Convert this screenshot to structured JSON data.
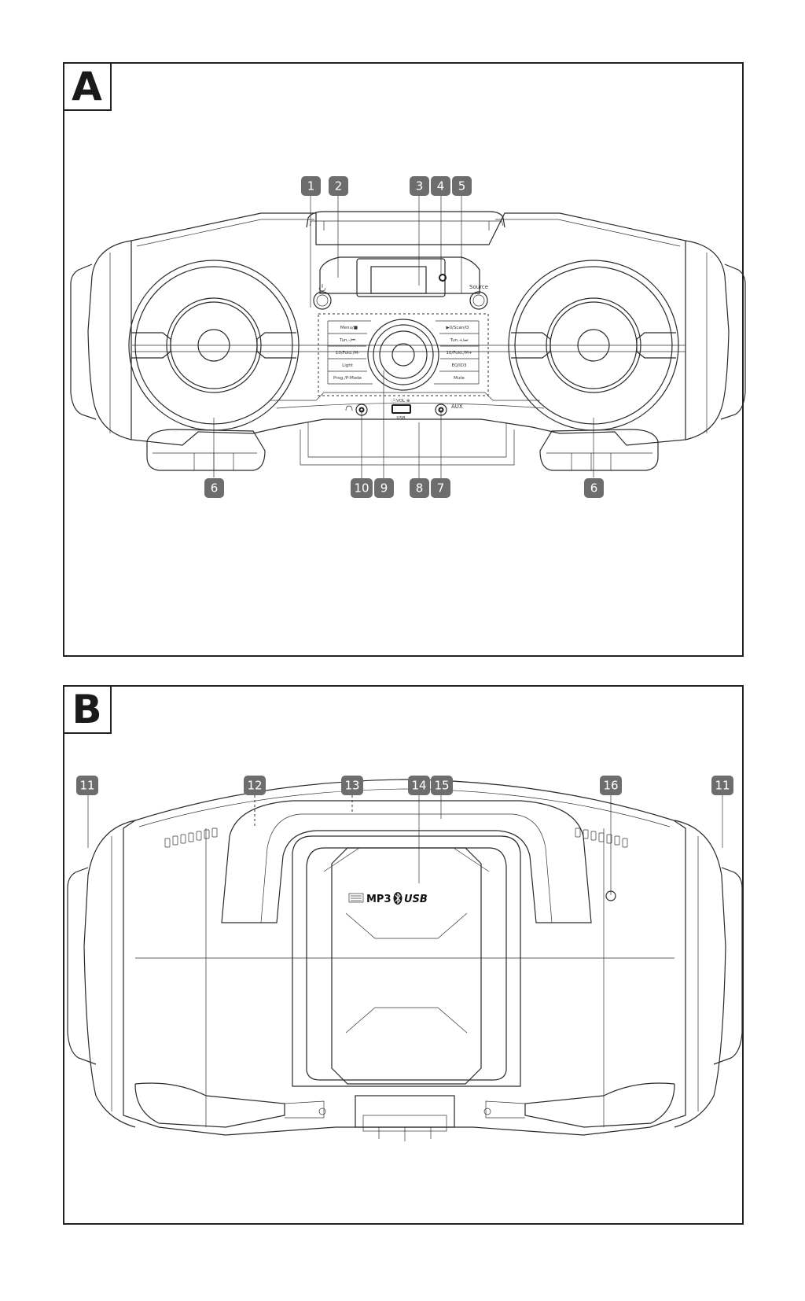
{
  "panels": [
    {
      "letter": "A",
      "callouts": [
        "1",
        "2",
        "3",
        "4",
        "5",
        "6",
        "6",
        "7",
        "8",
        "9",
        "10"
      ],
      "buttons": {
        "menu": "Menu/■",
        "play": "▶II/Scan/ʘ",
        "tun_minus": "Tun.-/⏮",
        "tun_plus": "Tun.+/⏭",
        "fold_minus": "10/Fold./M-",
        "fold_plus": "10/Fold./M+",
        "light": "Light",
        "eq": "EQ/ID3",
        "prog": "Prog./P-Mode",
        "mute": "Mute",
        "source": "Source",
        "vol": "ⓢVOL ⊕",
        "usb": "USB",
        "aux": "AUX"
      }
    },
    {
      "letter": "B",
      "callouts": [
        "11",
        "12",
        "13",
        "14",
        "15",
        "16",
        "11"
      ],
      "logos": {
        "mp3": "MP3",
        "usb": "USB"
      }
    }
  ],
  "colors": {
    "line": "#2a2a2a",
    "badge": "#6d6d6d",
    "badge_text": "#ffffff"
  }
}
